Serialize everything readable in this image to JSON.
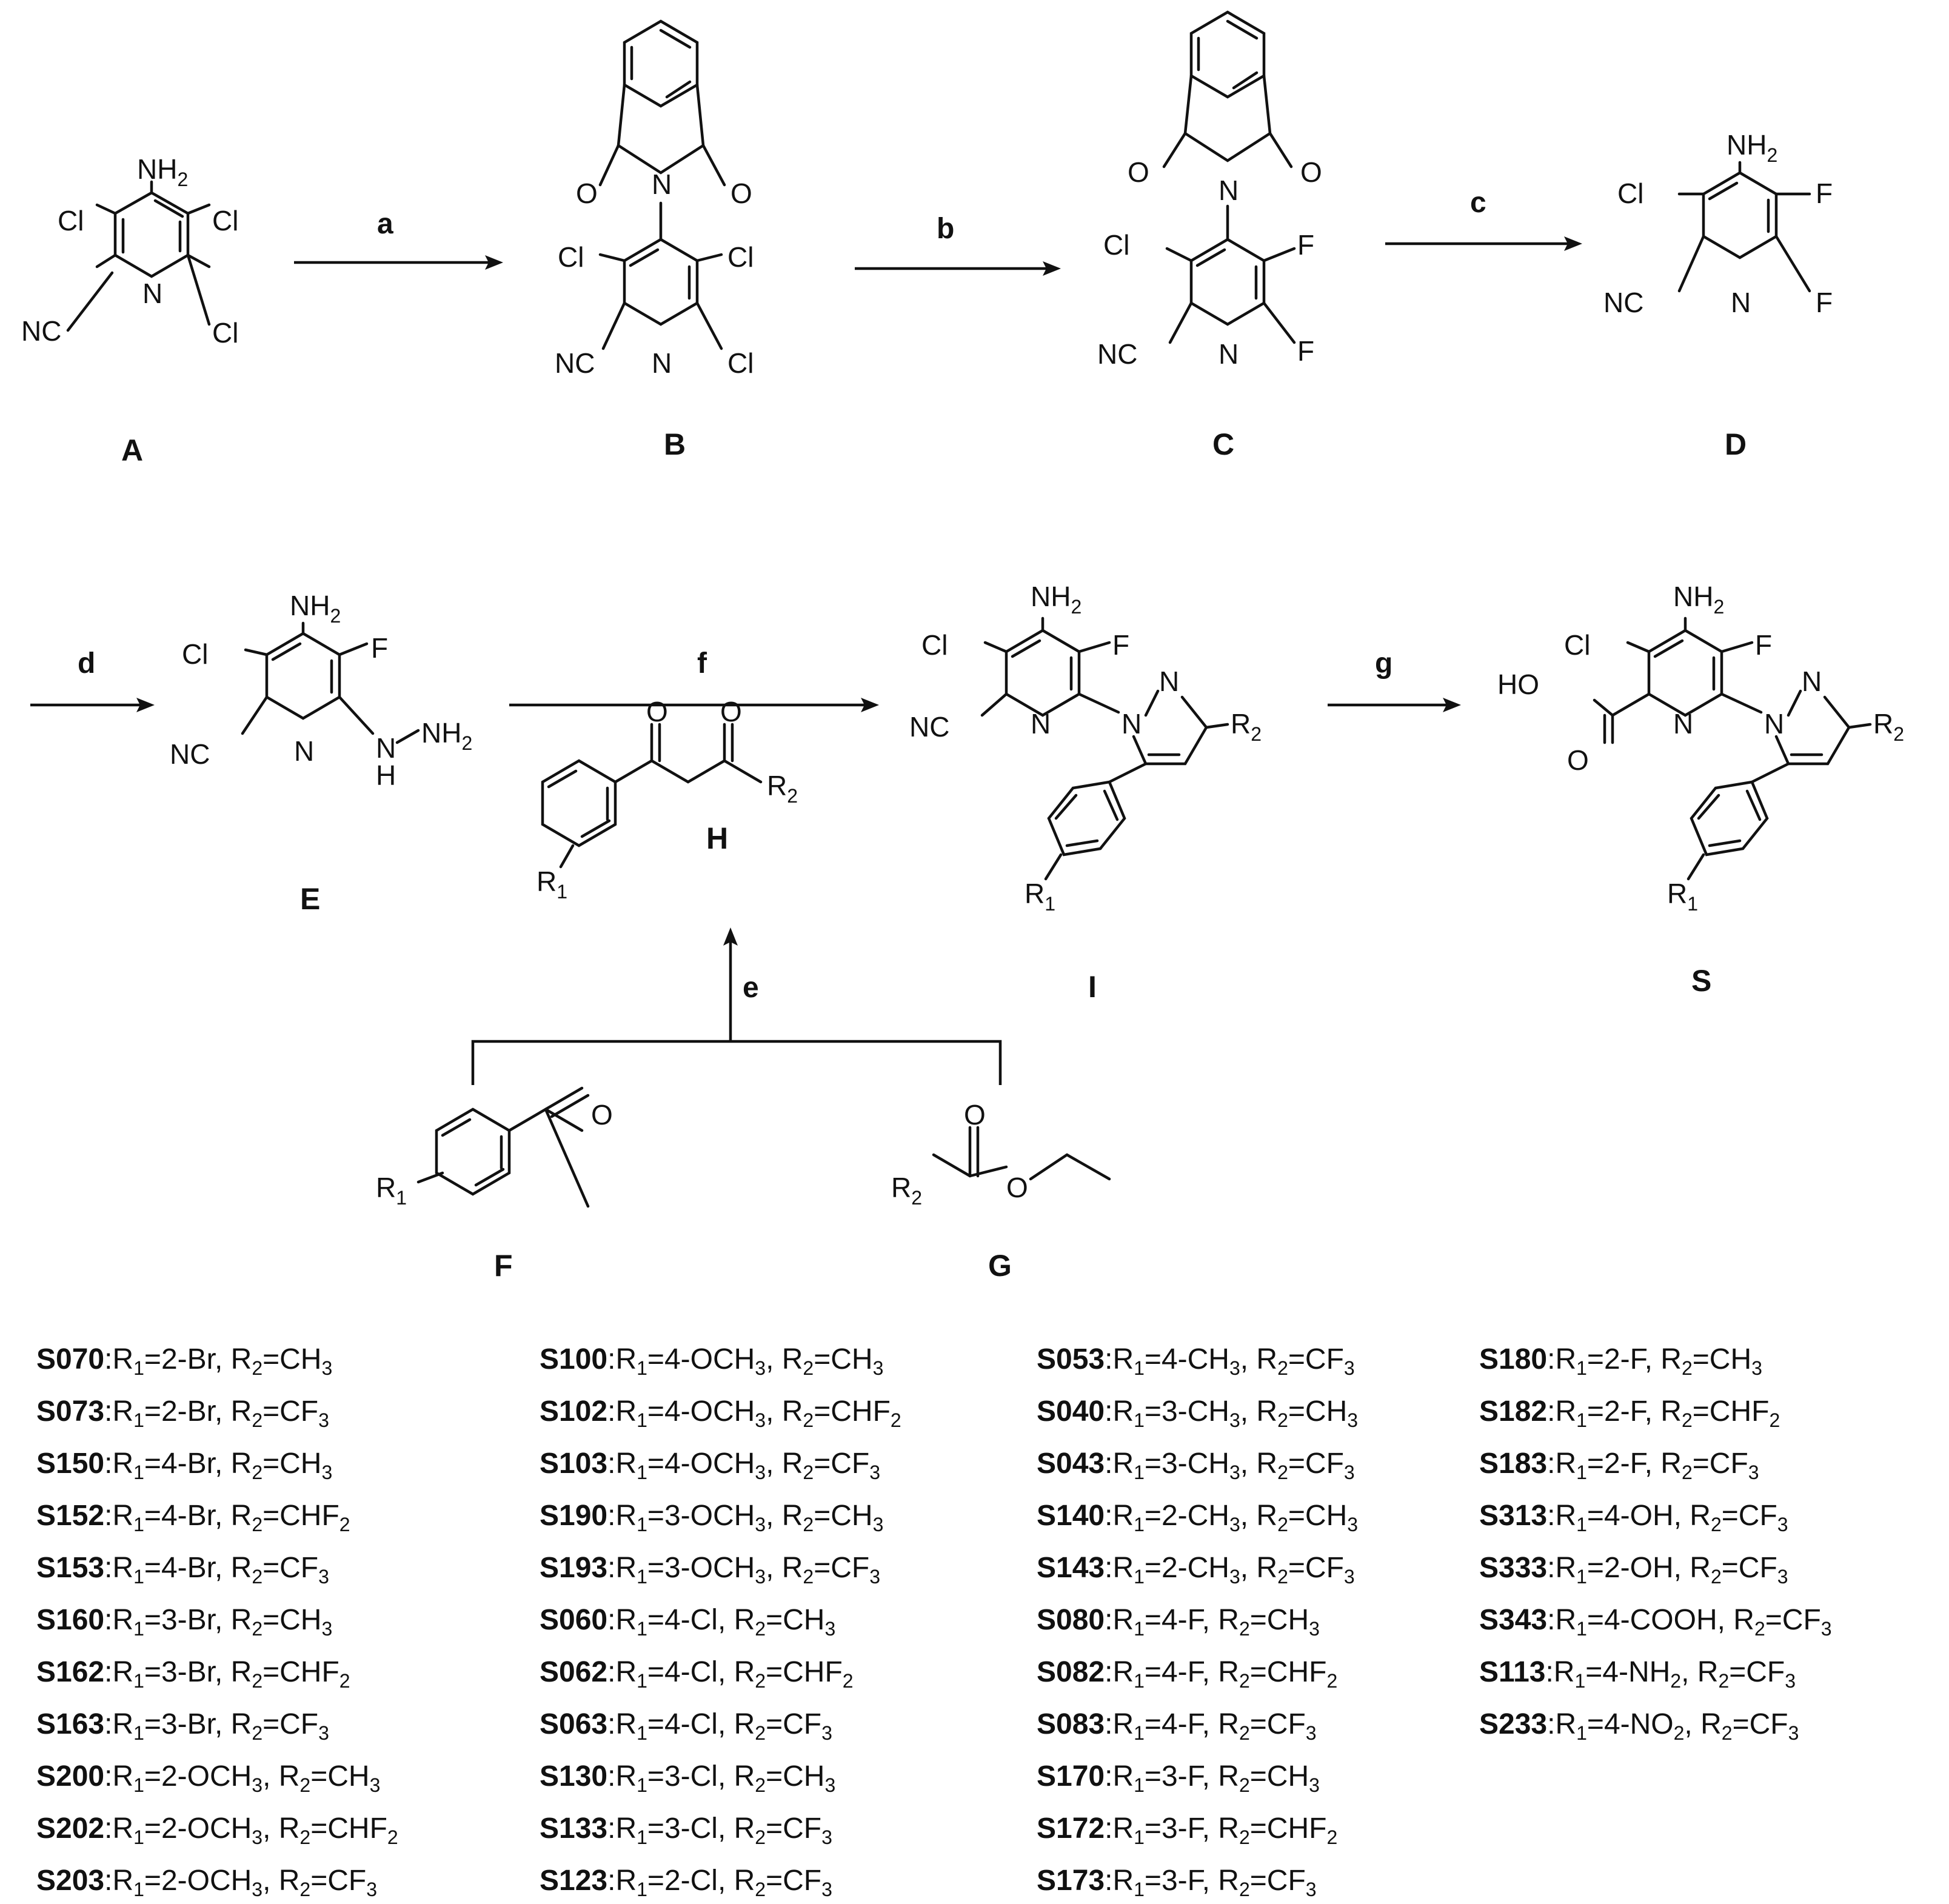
{
  "compound_labels": {
    "A": "A",
    "B": "B",
    "C": "C",
    "D": "D",
    "E": "E",
    "F": "F",
    "G": "G",
    "H": "H",
    "I": "I",
    "S": "S"
  },
  "steps": {
    "a": "a",
    "b": "b",
    "c": "c",
    "d": "d",
    "e": "e",
    "f": "f",
    "g": "g"
  },
  "atoms": {
    "NH2": "NH",
    "sub2": "2",
    "Cl": "Cl",
    "F": "F",
    "N": "N",
    "NC": "NC",
    "O": "O",
    "H": "H",
    "HO": "HO",
    "R": "R",
    "sub1": "1"
  },
  "table": {
    "columns": [
      [
        {
          "id": "S070",
          "r1": "2-Br",
          "r2": "CH",
          "r2sub": "3"
        },
        {
          "id": "S073",
          "r1": "2-Br",
          "r2": "CF",
          "r2sub": "3"
        },
        {
          "id": "S150",
          "r1": "4-Br",
          "r2": "CH",
          "r2sub": "3"
        },
        {
          "id": "S152",
          "r1": "4-Br",
          "r2": "CHF",
          "r2sub": "2"
        },
        {
          "id": "S153",
          "r1": "4-Br",
          "r2": "CF",
          "r2sub": "3"
        },
        {
          "id": "S160",
          "r1": "3-Br",
          "r2": "CH",
          "r2sub": "3"
        },
        {
          "id": "S162",
          "r1": "3-Br",
          "r2": "CHF",
          "r2sub": "2"
        },
        {
          "id": "S163",
          "r1": "3-Br",
          "r2": "CF",
          "r2sub": "3"
        },
        {
          "id": "S200",
          "r1": "2-OCH",
          "r1sub": "3",
          "r2": "CH",
          "r2sub": "3"
        },
        {
          "id": "S202",
          "r1": "2-OCH",
          "r1sub": "3",
          "r2": "CHF",
          "r2sub": "2"
        },
        {
          "id": "S203",
          "r1": "2-OCH",
          "r1sub": "3",
          "r2": "CF",
          "r2sub": "3"
        }
      ],
      [
        {
          "id": "S100",
          "r1": "4-OCH",
          "r1sub": "3",
          "r2": "CH",
          "r2sub": "3"
        },
        {
          "id": "S102",
          "r1": "4-OCH",
          "r1sub": "3",
          "r2": "CHF",
          "r2sub": "2"
        },
        {
          "id": "S103",
          "r1": "4-OCH",
          "r1sub": "3",
          "r2": "CF",
          "r2sub": "3"
        },
        {
          "id": "S190",
          "r1": "3-OCH",
          "r1sub": "3",
          "r2": "CH",
          "r2sub": "3"
        },
        {
          "id": "S193",
          "r1": "3-OCH",
          "r1sub": "3",
          "r2": "CF",
          "r2sub": "3"
        },
        {
          "id": "S060",
          "r1": "4-Cl",
          "r2": "CH",
          "r2sub": "3"
        },
        {
          "id": "S062",
          "r1": "4-Cl",
          "r2": "CHF",
          "r2sub": "2"
        },
        {
          "id": "S063",
          "r1": "4-Cl",
          "r2": "CF",
          "r2sub": "3"
        },
        {
          "id": "S130",
          "r1": "3-Cl",
          "r2": "CH",
          "r2sub": "3"
        },
        {
          "id": "S133",
          "r1": "3-Cl",
          "r2": "CF",
          "r2sub": "3"
        },
        {
          "id": "S123",
          "r1": "2-Cl",
          "r2": "CF",
          "r2sub": "3"
        }
      ],
      [
        {
          "id": "S053",
          "r1": "4-CH",
          "r1sub": "3",
          "r2": "CF",
          "r2sub": "3"
        },
        {
          "id": "S040",
          "r1": "3-CH",
          "r1sub": "3",
          "r2": "CH",
          "r2sub": "3"
        },
        {
          "id": "S043",
          "r1": "3-CH",
          "r1sub": "3",
          "r2": "CF",
          "r2sub": "3"
        },
        {
          "id": "S140",
          "r1": "2-CH",
          "r1sub": "3",
          "r2": "CH",
          "r2sub": "3"
        },
        {
          "id": "S143",
          "r1": "2-CH",
          "r1sub": "3",
          "r2": "CF",
          "r2sub": "3"
        },
        {
          "id": "S080",
          "r1": "4-F",
          "r2": "CH",
          "r2sub": "3"
        },
        {
          "id": "S082",
          "r1": "4-F",
          "r2": "CHF",
          "r2sub": "2"
        },
        {
          "id": "S083",
          "r1": "4-F",
          "r2": "CF",
          "r2sub": "3"
        },
        {
          "id": "S170",
          "r1": "3-F",
          "r2": "CH",
          "r2sub": "3"
        },
        {
          "id": "S172",
          "r1": "3-F",
          "r2": "CHF",
          "r2sub": "2"
        },
        {
          "id": "S173",
          "r1": "3-F",
          "r2": "CF",
          "r2sub": "3"
        }
      ],
      [
        {
          "id": "S180",
          "r1": "2-F",
          "r2": "CH",
          "r2sub": "3"
        },
        {
          "id": "S182",
          "r1": "2-F",
          "r2": "CHF",
          "r2sub": "2"
        },
        {
          "id": "S183",
          "r1": "2-F",
          "r2": "CF",
          "r2sub": "3"
        },
        {
          "id": "S313",
          "r1": "4-OH",
          "r2": "CF",
          "r2sub": "3"
        },
        {
          "id": "S333",
          "r1": "2-OH",
          "r2": "CF",
          "r2sub": "3"
        },
        {
          "id": "S343",
          "r1": "4-COOH",
          "r2": "CF",
          "r2sub": "3"
        },
        {
          "id": "S113",
          "r1": "4-NH",
          "r1sub": "2",
          "r2": "CF",
          "r2sub": "3"
        },
        {
          "id": "S233",
          "r1": "4-NO",
          "r1sub": "2",
          "r2": "CF",
          "r2sub": "3"
        }
      ]
    ]
  }
}
